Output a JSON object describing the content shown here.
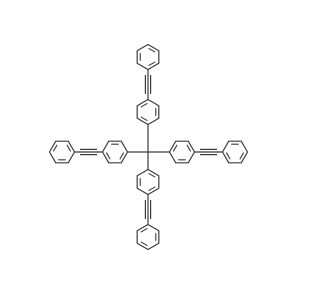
{
  "molecule": {
    "description_label": "",
    "center_atom": "C",
    "arms": [
      {
        "id": "up",
        "aromatic_rings": 2,
        "triple_bond": true
      },
      {
        "id": "left",
        "aromatic_rings": 2,
        "triple_bond": true
      },
      {
        "id": "right",
        "aromatic_rings": 2,
        "triple_bond": true
      },
      {
        "id": "down",
        "aromatic_rings": 2,
        "triple_bond": true
      }
    ],
    "bond_color": "#3c3c3c",
    "background": "#ffffff"
  }
}
